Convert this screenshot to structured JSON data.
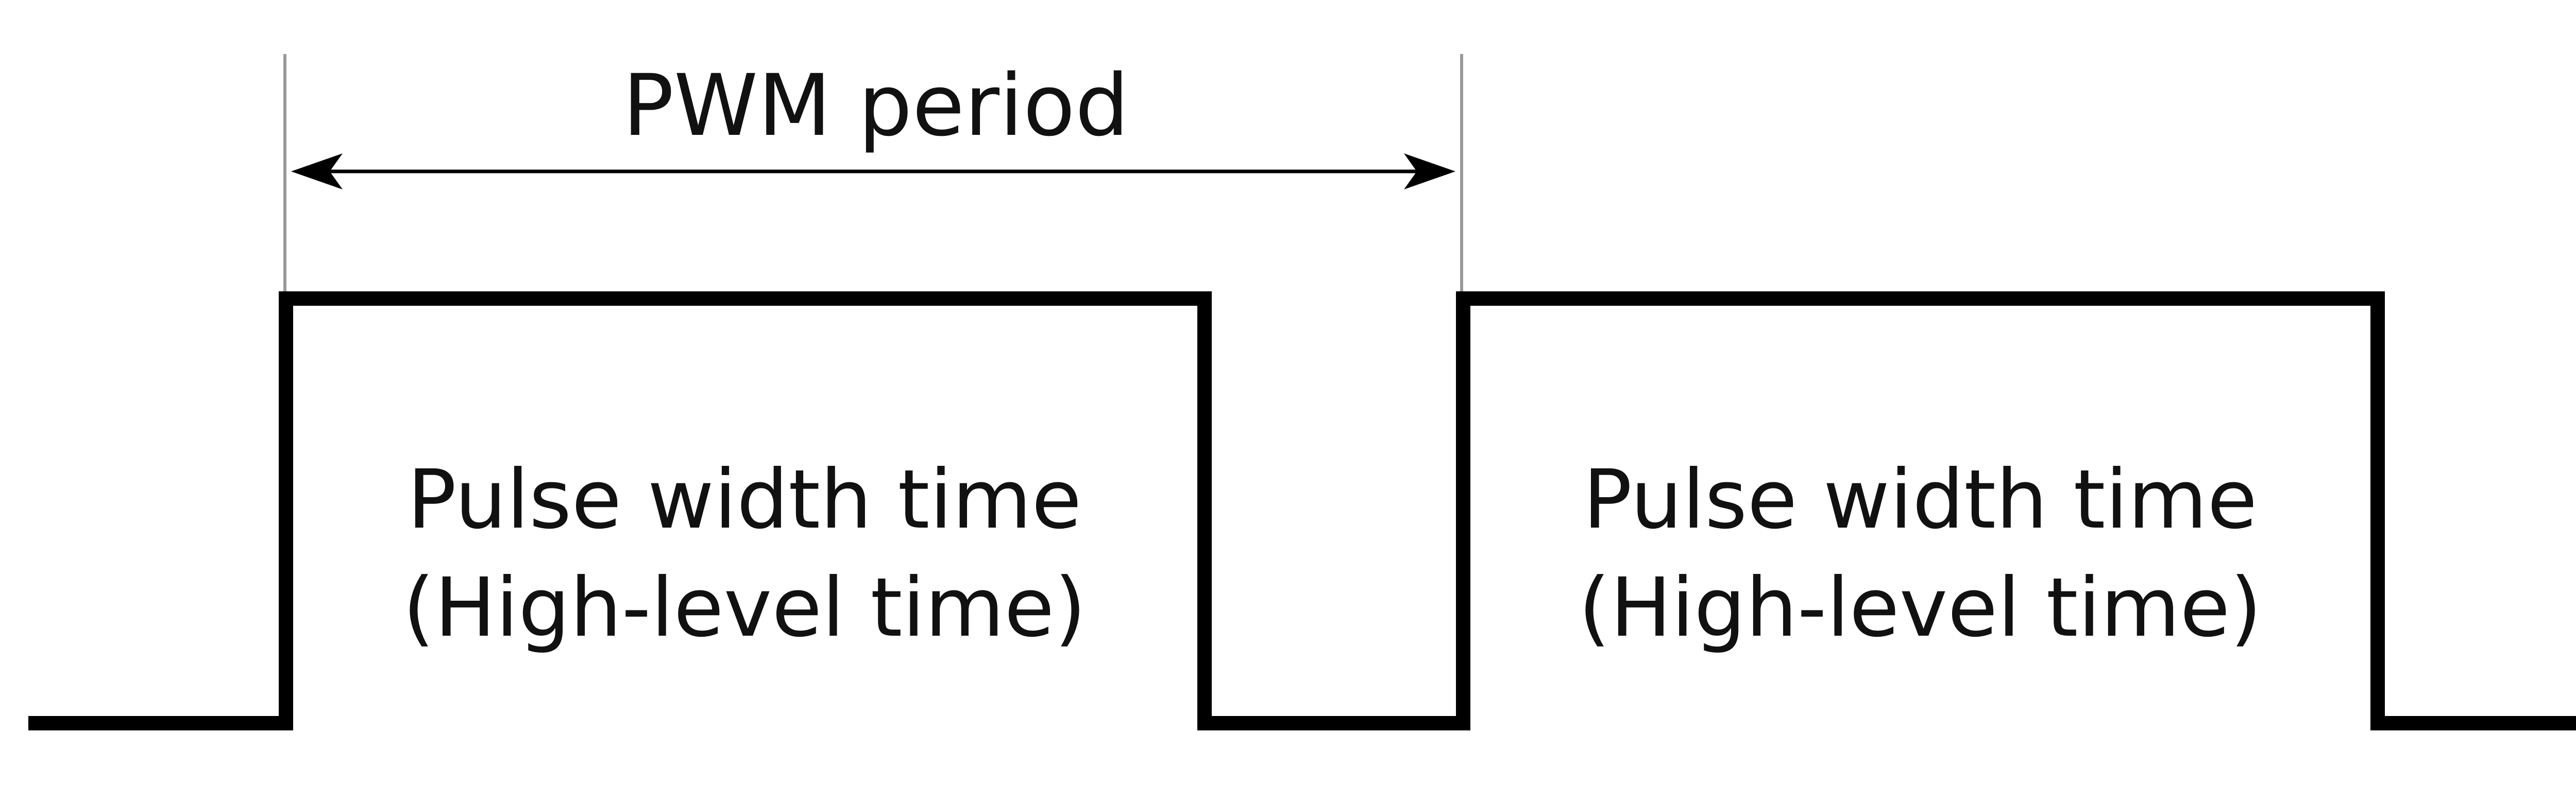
{
  "diagram": {
    "period_label": "PWM period",
    "pulses": [
      {
        "line1": "Pulse width time",
        "line2": "(High-level time)"
      },
      {
        "line1": "Pulse width time",
        "line2": "(High-level time)"
      }
    ],
    "colors": {
      "waveform": "#000000",
      "guide_lines": "#999999",
      "text": "#111111",
      "background": "#ffffff"
    }
  }
}
